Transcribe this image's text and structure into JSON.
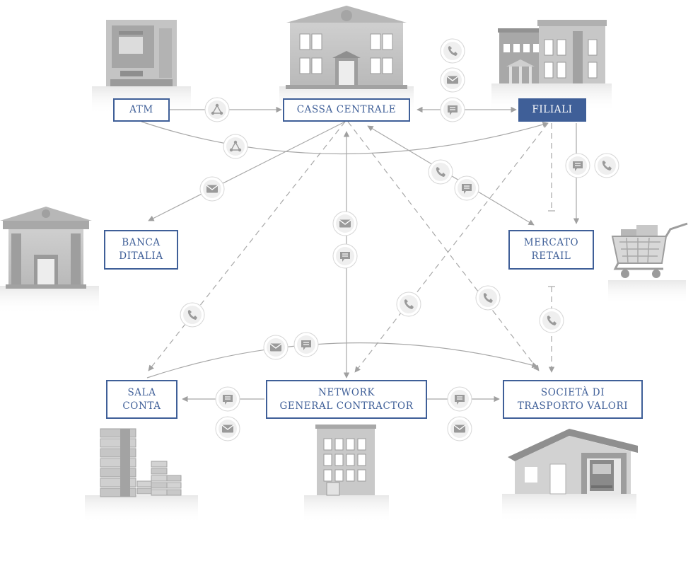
{
  "nodes": {
    "atm": {
      "lines": [
        "ATM"
      ]
    },
    "cassa_centrale": {
      "lines": [
        "CASSA CENTRALE"
      ]
    },
    "filiali": {
      "lines": [
        "FILIALI"
      ]
    },
    "banca_italia": {
      "lines": [
        "BANCA",
        "DITALIA"
      ]
    },
    "mercato_retail": {
      "lines": [
        "MERCATO",
        "RETAIL"
      ]
    },
    "sala_conta": {
      "lines": [
        "SALA",
        "CONTA"
      ]
    },
    "network": {
      "lines": [
        "NETWORK",
        "GENERAL CONTRACTOR"
      ]
    },
    "societa": {
      "lines": [
        "SOCIETÀ DI",
        "TRASPORTO VALORI"
      ]
    }
  },
  "icons": {
    "phone": "phone-icon",
    "mail": "mail-icon",
    "chat": "chat-icon",
    "network": "network-icon"
  },
  "colors": {
    "accent": "#3f5f98",
    "line": "#a8a8a8",
    "illustration": "#bdbdbd",
    "icon_circle": "#efefef"
  }
}
